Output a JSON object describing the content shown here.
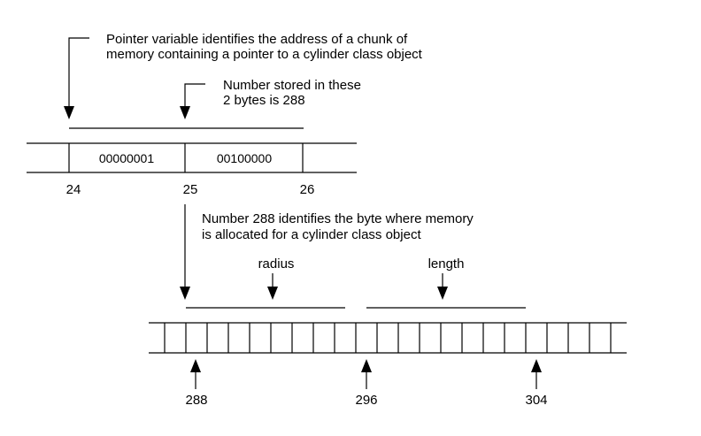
{
  "annotations": {
    "pointer_note": [
      "Pointer variable identifies the address of a chunk of",
      "memory containing a pointer to a cylinder class object"
    ],
    "number_note": [
      "Number stored in these",
      "2 bytes is 288"
    ],
    "allocation_note": [
      "Number 288 identifies the byte where memory",
      "is allocated for a cylinder class object"
    ]
  },
  "top_memory": {
    "cells": [
      "00000001",
      "00100000"
    ],
    "addresses": [
      "24",
      "25",
      "26"
    ]
  },
  "bottom_memory": {
    "field_labels": [
      "radius",
      "length"
    ],
    "addresses": [
      "288",
      "296",
      "304"
    ]
  }
}
